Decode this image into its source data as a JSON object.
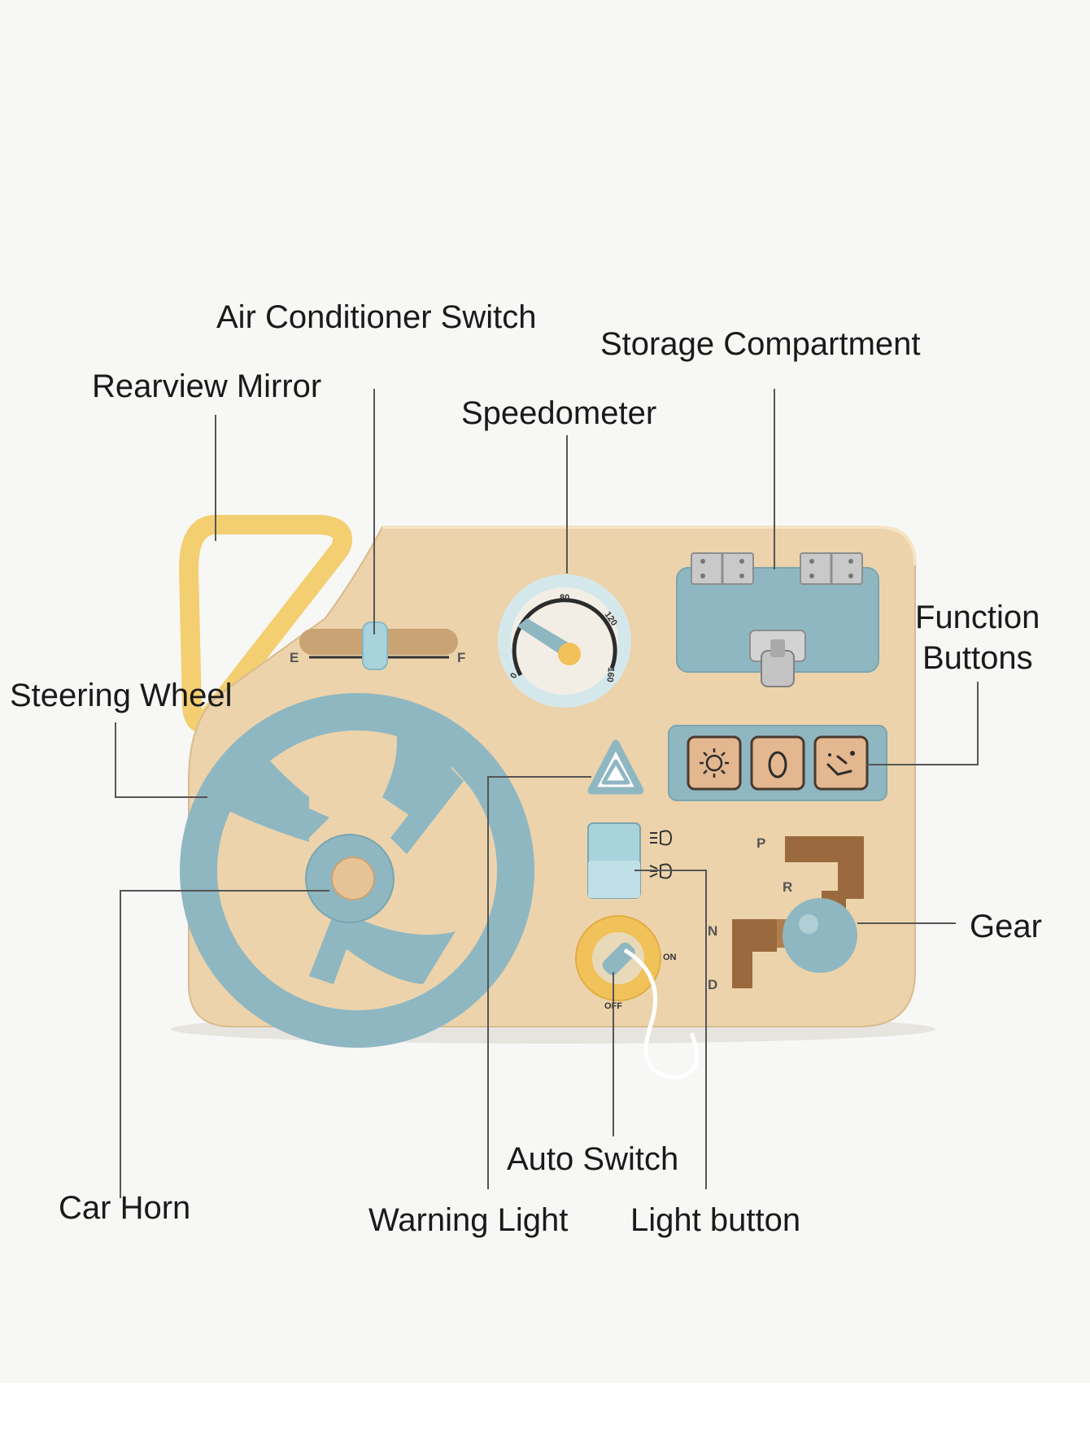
{
  "labels": {
    "air_conditioner_switch": "Air Conditioner Switch",
    "storage_compartment": "Storage Compartment",
    "rearview_mirror": "Rearview Mirror",
    "speedometer": "Speedometer",
    "function_buttons_line1": "Function",
    "function_buttons_line2": "Buttons",
    "steering_wheel": "Steering Wheel",
    "gear": "Gear",
    "auto_switch": "Auto Switch",
    "car_horn": "Car Horn",
    "warning_light": "Warning Light",
    "light_button": "Light button"
  },
  "board_text": {
    "fuel_empty": "E",
    "fuel_full": "F",
    "speed_ticks": [
      "0",
      "80",
      "120",
      "160"
    ],
    "ignition_on": "ON",
    "ignition_off": "OFF",
    "gear_positions": [
      "P",
      "R",
      "N",
      "D"
    ]
  },
  "colors": {
    "background": "#f7f7f5",
    "wood": "#ecd3ab",
    "accent_blue": "#8fb7c2",
    "mirror_yellow": "#f3cf71",
    "ignition_yellow": "#f1c15a"
  },
  "icons": [
    "sun-icon",
    "circle-icon",
    "recline-seat-icon",
    "headlight-icon",
    "fog-light-icon",
    "warning-triangle-icon"
  ]
}
